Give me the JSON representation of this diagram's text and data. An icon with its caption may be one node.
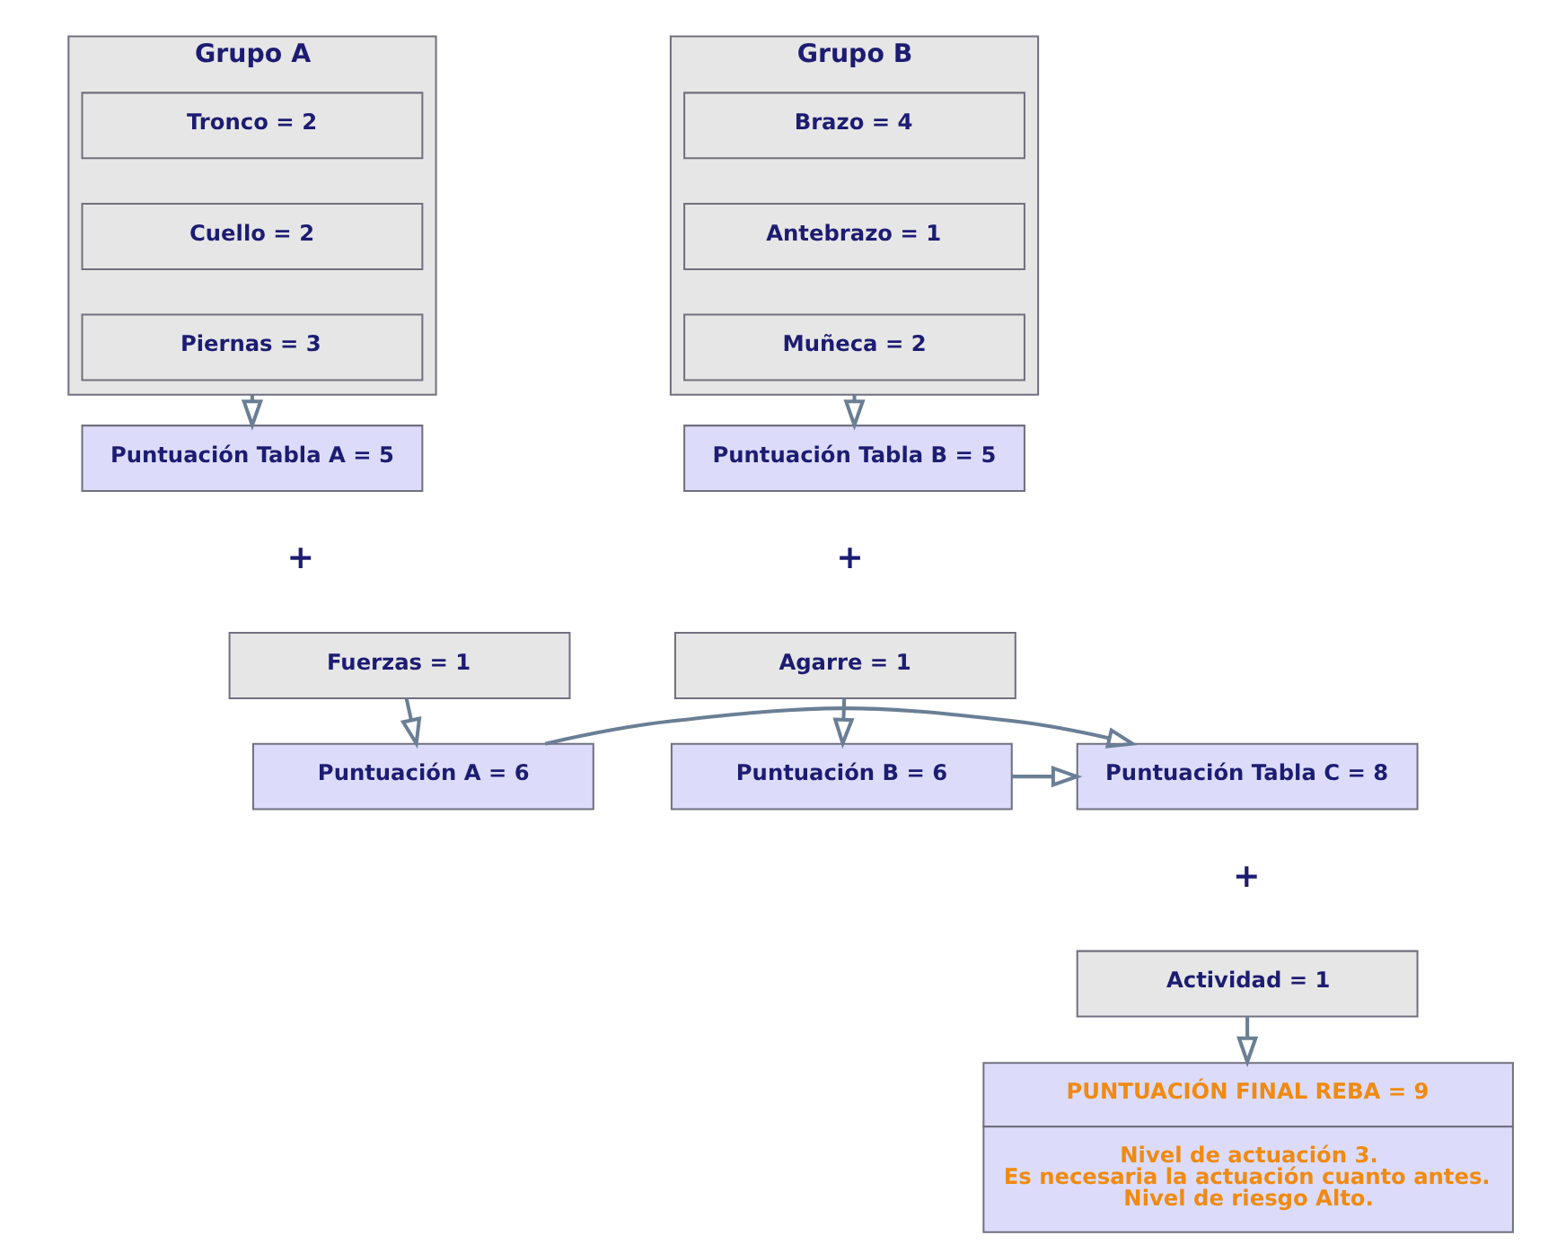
{
  "diagram": {
    "nodes": [
      {
        "text": [
          "Grupo A"
        ]
      },
      {
        "text": [
          "Tronco = 2"
        ],
        "in": 0
      },
      {
        "text": [
          "Cuello = 2"
        ],
        "in": 0
      },
      {
        "text": [
          "Piernas = 3"
        ],
        "in": 0
      },
      {
        "text": [
          "Grupo B"
        ]
      },
      {
        "text": [
          "Brazo = 4"
        ],
        "in": 4
      },
      {
        "text": [
          "Antebrazo = 1"
        ],
        "in": 4
      },
      {
        "text": [
          "Muñeca = 2"
        ],
        "in": 4
      },
      {
        "text": [
          "Puntuación Tabla A = 5"
        ]
      },
      {
        "text": [
          "Puntuación Tabla B = 5"
        ]
      },
      {
        "text": [
          "Fuerzas = 1"
        ]
      },
      {
        "text": [
          "Agarre = 1"
        ]
      },
      {
        "text": [
          "Puntuación A = 6"
        ]
      },
      {
        "text": [
          "Puntuación Tabla C = 8"
        ]
      },
      {
        "text": [
          "Puntuación B = 6"
        ]
      },
      {
        "text": [
          "Actividad = 1"
        ]
      },
      {
        "text": [
          "PUNTUACIÓN FINAL REBA = 9",
          "Nivel de actuación 3.",
          "Es necesaria la actuación cuanto antes.",
          "Nivel de riesgo Alto."
        ]
      }
    ],
    "edges": [
      {
        "from": 0,
        "to": 8,
        "arrow": "to"
      },
      {
        "from": 4,
        "to": 9,
        "arrow": "to"
      },
      {
        "from": 10,
        "to": 12,
        "arrow": "to"
      },
      {
        "from": 11,
        "to": 14,
        "arrow": "to"
      },
      {
        "from": 12,
        "to": 13,
        "arrow": "to"
      },
      {
        "from": 14,
        "to": 13,
        "arrow": "to"
      },
      {
        "from": 15,
        "to": 16,
        "arrow": "to"
      }
    ],
    "labels": [
      "+",
      "+",
      "+"
    ]
  }
}
